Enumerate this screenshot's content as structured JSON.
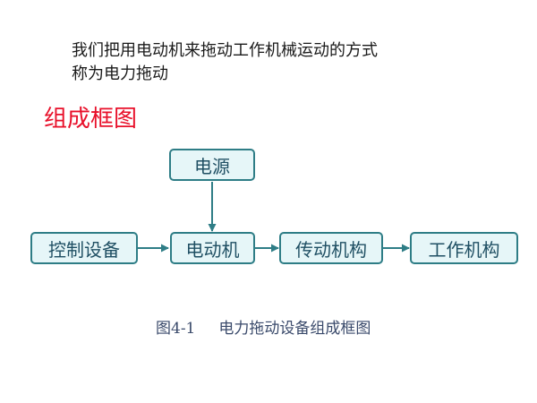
{
  "intro": {
    "line1": "我们把用电动机来拖动工作机械运动的方式",
    "line2": "称为电力拖动"
  },
  "heading": "组成框图",
  "diagram": {
    "nodes": {
      "power_source": "电源",
      "control_equipment": "控制设备",
      "motor": "电动机",
      "transmission": "传动机构",
      "working_machine": "工作机构"
    },
    "edges": [
      [
        "power_source",
        "motor"
      ],
      [
        "control_equipment",
        "motor"
      ],
      [
        "motor",
        "transmission"
      ],
      [
        "transmission",
        "working_machine"
      ]
    ]
  },
  "caption": {
    "number": "图4-1",
    "title": "电力拖动设备组成框图"
  },
  "colors": {
    "heading": "#e8102a",
    "box_border": "#2e7d86",
    "box_fill": "#e6f6f8",
    "box_text": "#1f4f63",
    "arrow": "#2e7d86"
  }
}
